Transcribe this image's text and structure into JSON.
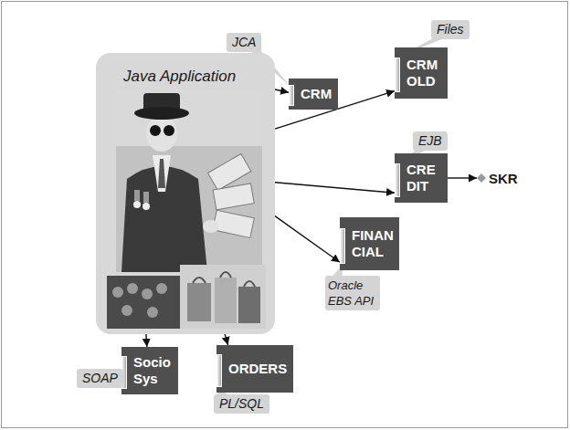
{
  "diagram": {
    "nodes": [
      {
        "text": [
          "Java Application"
        ]
      },
      {
        "text": [
          "CRM"
        ]
      },
      {
        "text": [
          "CRM OLD"
        ]
      },
      {
        "text": [
          "CRE DIT"
        ]
      },
      {
        "text": [
          "SKR"
        ]
      },
      {
        "text": [
          "FINAN CIAL"
        ]
      },
      {
        "text": [
          "Socio Sys"
        ]
      },
      {
        "text": [
          "ORDERS"
        ]
      }
    ],
    "edges": [
      {
        "from": 0,
        "to": 1,
        "arrow": "to"
      },
      {
        "from": 0,
        "to": 2,
        "arrow": "to"
      },
      {
        "from": 0,
        "to": 3,
        "arrow": "to"
      },
      {
        "from": 3,
        "to": 4,
        "arrow": "to"
      },
      {
        "from": 0,
        "to": 5,
        "arrow": "to"
      },
      {
        "from": 0,
        "to": 6,
        "arrow": "to"
      },
      {
        "from": 0,
        "to": 7,
        "arrow": "to"
      }
    ],
    "labels": [
      "JCA",
      "Files",
      "EJB",
      "Oracle EBS API",
      "SOAP",
      "PL/SQL"
    ]
  }
}
